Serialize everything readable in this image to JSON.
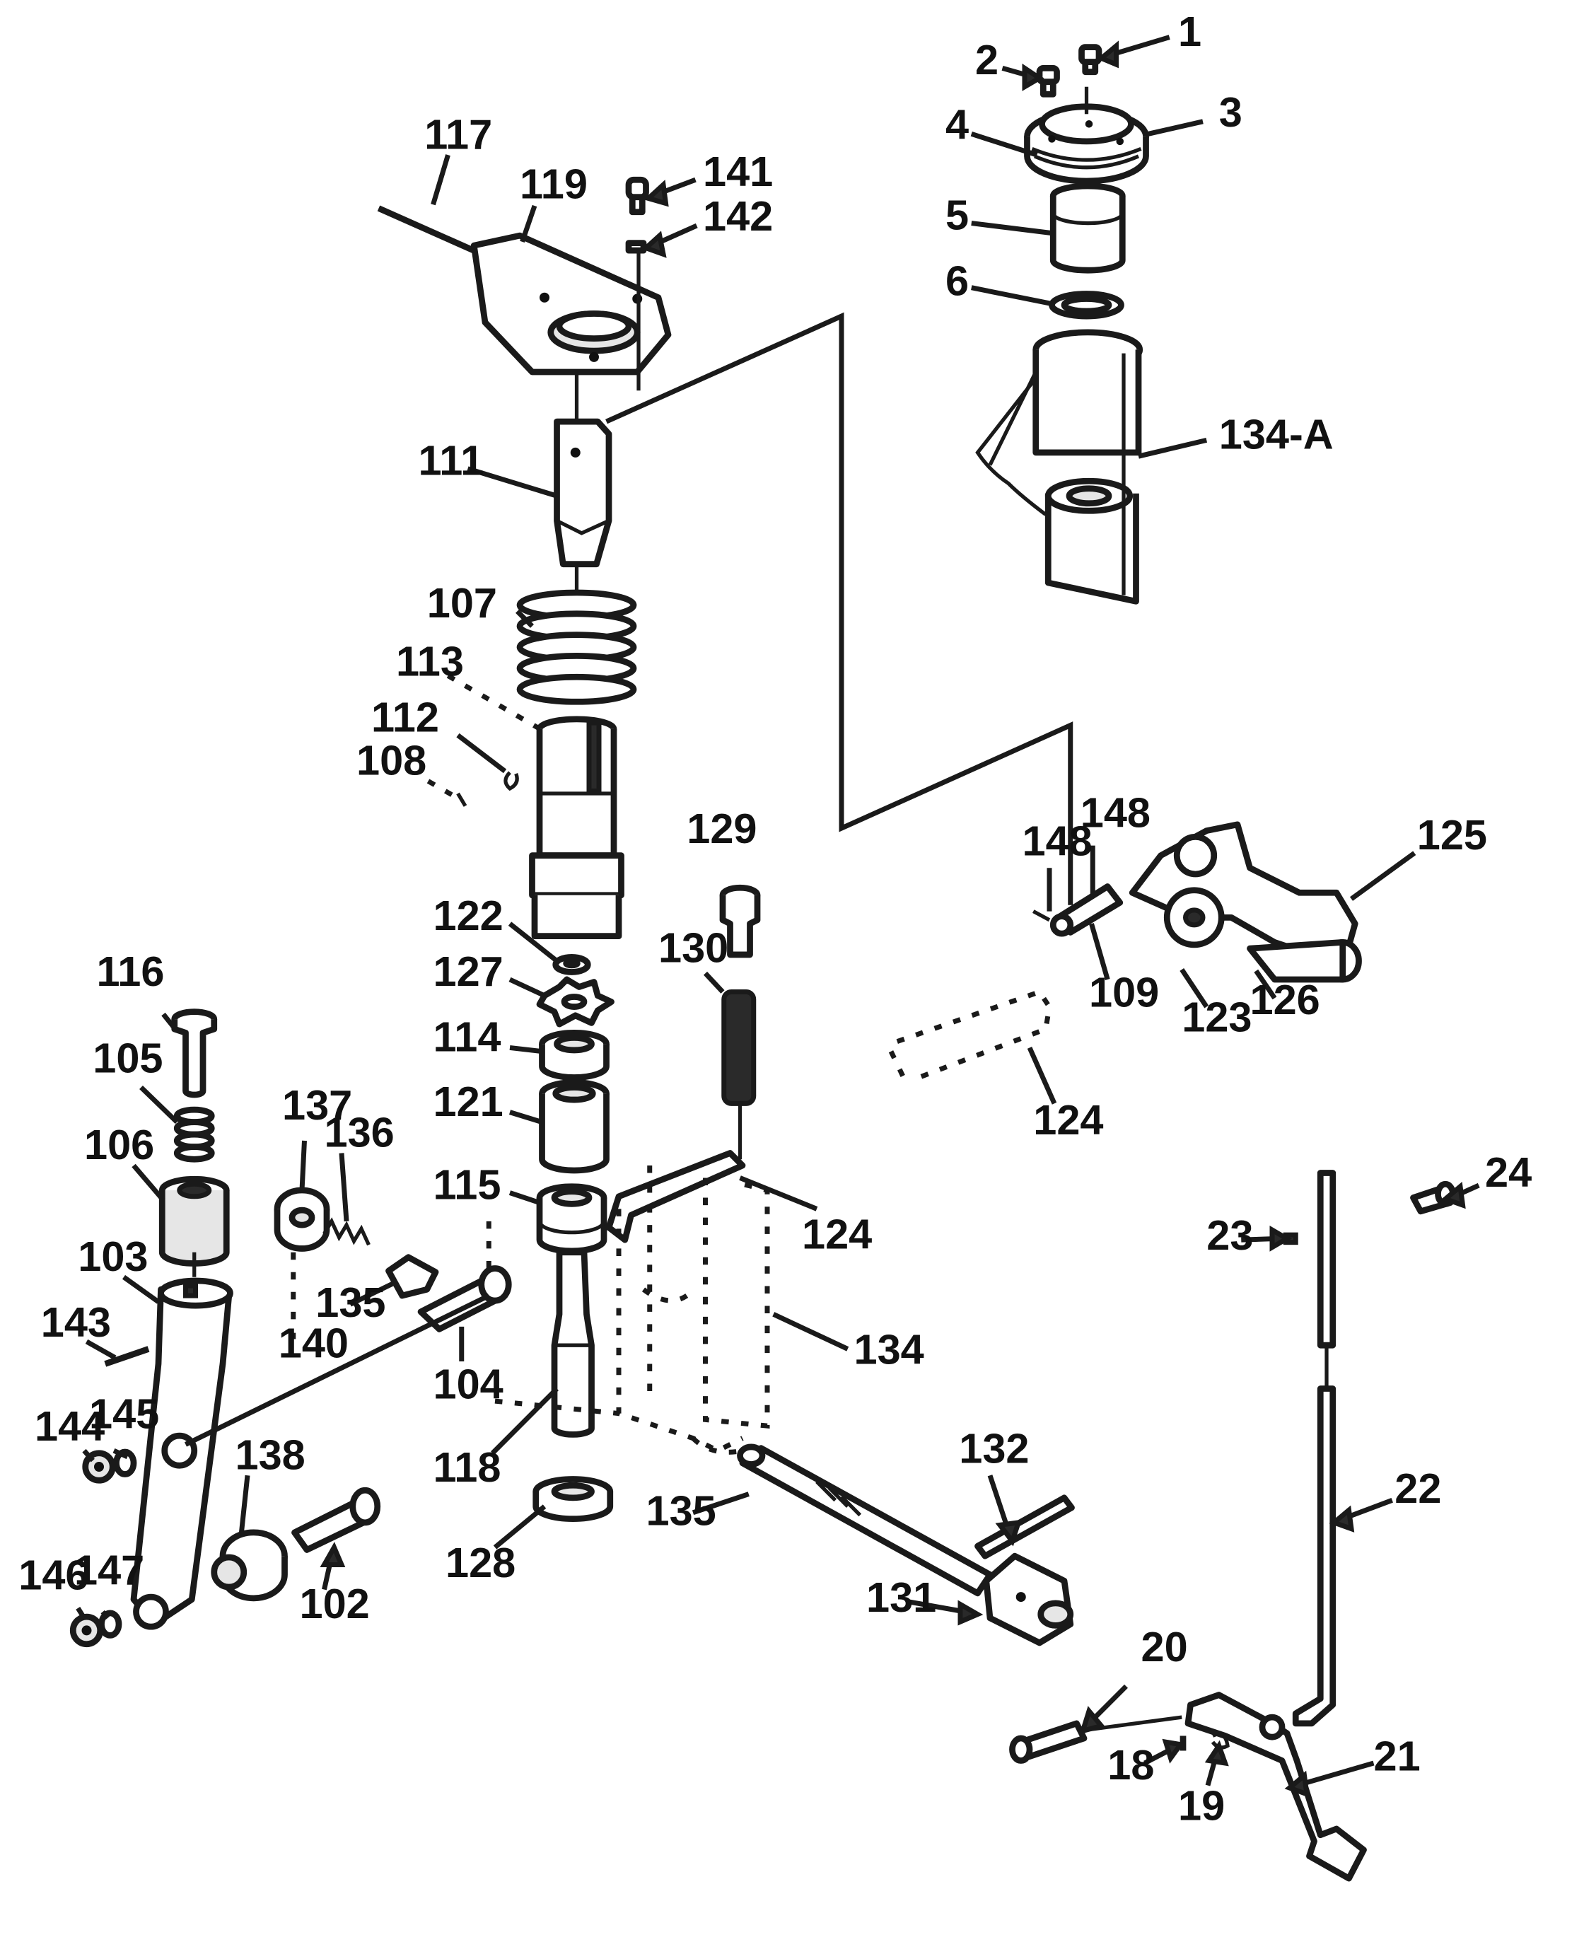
{
  "labels": [
    {
      "name": "callout-1",
      "text": "1"
    },
    {
      "name": "callout-2",
      "text": "2"
    },
    {
      "name": "callout-3",
      "text": "3"
    },
    {
      "name": "callout-4",
      "text": "4"
    },
    {
      "name": "callout-5",
      "text": "5"
    },
    {
      "name": "callout-6",
      "text": "6"
    },
    {
      "name": "callout-134a",
      "text": "134-A"
    },
    {
      "name": "callout-117",
      "text": "117"
    },
    {
      "name": "callout-119",
      "text": "119"
    },
    {
      "name": "callout-141",
      "text": "141"
    },
    {
      "name": "callout-142",
      "text": "142"
    },
    {
      "name": "callout-111",
      "text": "111"
    },
    {
      "name": "callout-107",
      "text": "107"
    },
    {
      "name": "callout-113",
      "text": "113"
    },
    {
      "name": "callout-112",
      "text": "112"
    },
    {
      "name": "callout-108",
      "text": "108"
    },
    {
      "name": "callout-122",
      "text": "122"
    },
    {
      "name": "callout-127",
      "text": "127"
    },
    {
      "name": "callout-114",
      "text": "114"
    },
    {
      "name": "callout-121",
      "text": "121"
    },
    {
      "name": "callout-115",
      "text": "115"
    },
    {
      "name": "callout-129",
      "text": "129"
    },
    {
      "name": "callout-130",
      "text": "130"
    },
    {
      "name": "callout-148a",
      "text": "148"
    },
    {
      "name": "callout-148b",
      "text": "148"
    },
    {
      "name": "callout-125",
      "text": "125"
    },
    {
      "name": "callout-109",
      "text": "109"
    },
    {
      "name": "callout-123",
      "text": "123"
    },
    {
      "name": "callout-126",
      "text": "126"
    },
    {
      "name": "callout-124a",
      "text": "124"
    },
    {
      "name": "callout-124b",
      "text": "124"
    },
    {
      "name": "callout-116",
      "text": "116"
    },
    {
      "name": "callout-105",
      "text": "105"
    },
    {
      "name": "callout-106",
      "text": "106"
    },
    {
      "name": "callout-103",
      "text": "103"
    },
    {
      "name": "callout-143",
      "text": "143"
    },
    {
      "name": "callout-144",
      "text": "144"
    },
    {
      "name": "callout-145",
      "text": "145"
    },
    {
      "name": "callout-146",
      "text": "146"
    },
    {
      "name": "callout-147",
      "text": "147"
    },
    {
      "name": "callout-137",
      "text": "137"
    },
    {
      "name": "callout-136",
      "text": "136"
    },
    {
      "name": "callout-135a",
      "text": "135"
    },
    {
      "name": "callout-140",
      "text": "140"
    },
    {
      "name": "callout-104",
      "text": "104"
    },
    {
      "name": "callout-118",
      "text": "118"
    },
    {
      "name": "callout-138",
      "text": "138"
    },
    {
      "name": "callout-102",
      "text": "102"
    },
    {
      "name": "callout-128",
      "text": "128"
    },
    {
      "name": "callout-134",
      "text": "134"
    },
    {
      "name": "callout-135b",
      "text": "135"
    },
    {
      "name": "callout-132",
      "text": "132"
    },
    {
      "name": "callout-131",
      "text": "131"
    },
    {
      "name": "callout-24",
      "text": "24"
    },
    {
      "name": "callout-23",
      "text": "23"
    },
    {
      "name": "callout-22",
      "text": "22"
    },
    {
      "name": "callout-20",
      "text": "20"
    },
    {
      "name": "callout-21",
      "text": "21"
    },
    {
      "name": "callout-18",
      "text": "18"
    },
    {
      "name": "callout-19",
      "text": "19"
    }
  ]
}
